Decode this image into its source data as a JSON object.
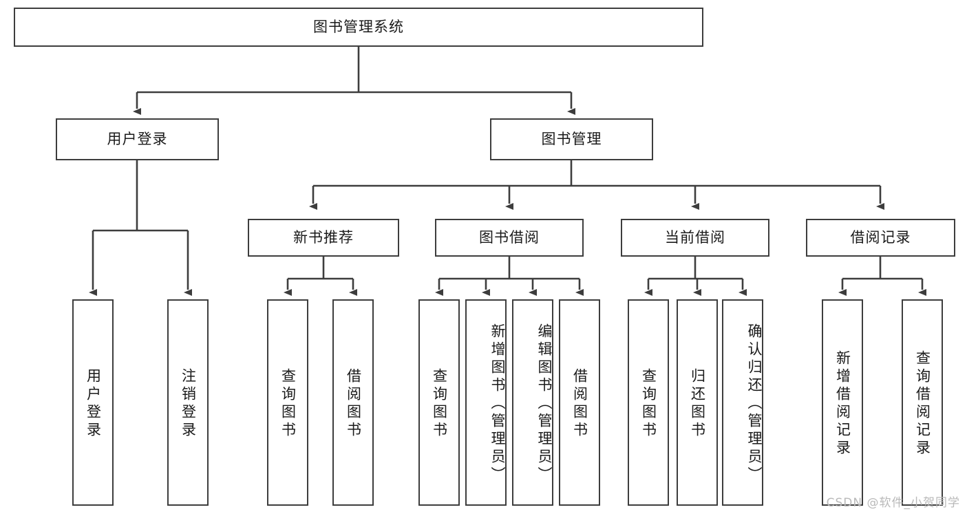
{
  "diagram": {
    "title": "图书管理系统",
    "root": {
      "id": "root",
      "label": "图书管理系统",
      "orientation": "horizontal"
    },
    "level1": [
      {
        "id": "user-login",
        "label": "用户登录",
        "orientation": "horizontal"
      },
      {
        "id": "book-management",
        "label": "图书管理",
        "orientation": "horizontal"
      }
    ],
    "level2": [
      {
        "id": "new-book-recommend",
        "label": "新书推荐",
        "parent": "book-management",
        "orientation": "horizontal"
      },
      {
        "id": "book-borrow",
        "label": "图书借阅",
        "parent": "book-management",
        "orientation": "horizontal"
      },
      {
        "id": "current-borrow",
        "label": "当前借阅",
        "parent": "book-management",
        "orientation": "horizontal"
      },
      {
        "id": "borrow-record",
        "label": "借阅记录",
        "parent": "book-management",
        "orientation": "horizontal"
      }
    ],
    "leaves": [
      {
        "id": "leaf-user-login",
        "label": "用户登录",
        "parent": "user-login",
        "orientation": "vertical"
      },
      {
        "id": "leaf-user-logout",
        "label": "注销登录",
        "parent": "user-login",
        "orientation": "vertical"
      },
      {
        "id": "leaf-query-book-1",
        "label": "查询图书",
        "parent": "new-book-recommend",
        "orientation": "vertical"
      },
      {
        "id": "leaf-borrow-book-1",
        "label": "借阅图书",
        "parent": "new-book-recommend",
        "orientation": "vertical"
      },
      {
        "id": "leaf-query-book-2",
        "label": "查询图书",
        "parent": "book-borrow",
        "orientation": "vertical"
      },
      {
        "id": "leaf-add-book",
        "label": "新增图书（管理员）",
        "parent": "book-borrow",
        "orientation": "vertical"
      },
      {
        "id": "leaf-edit-book",
        "label": "编辑图书（管理员）",
        "parent": "book-borrow",
        "orientation": "vertical"
      },
      {
        "id": "leaf-borrow-book-2",
        "label": "借阅图书",
        "parent": "book-borrow",
        "orientation": "vertical"
      },
      {
        "id": "leaf-query-book-3",
        "label": "查询图书",
        "parent": "current-borrow",
        "orientation": "vertical"
      },
      {
        "id": "leaf-return-book",
        "label": "归还图书",
        "parent": "current-borrow",
        "orientation": "vertical"
      },
      {
        "id": "leaf-confirm-return",
        "label": "确认归还（管理员）",
        "parent": "current-borrow",
        "orientation": "vertical"
      },
      {
        "id": "leaf-add-record",
        "label": "新增借阅记录",
        "parent": "borrow-record",
        "orientation": "vertical"
      },
      {
        "id": "leaf-query-record",
        "label": "查询借阅记录",
        "parent": "borrow-record",
        "orientation": "vertical"
      }
    ],
    "watermark": "CSDN @软件_小贺同学",
    "colors": {
      "line": "#3d3d3d",
      "box_fill": "#ffffff",
      "text": "#1a1a1a",
      "watermark": "#b9b9b9",
      "background": "#ffffff"
    }
  }
}
